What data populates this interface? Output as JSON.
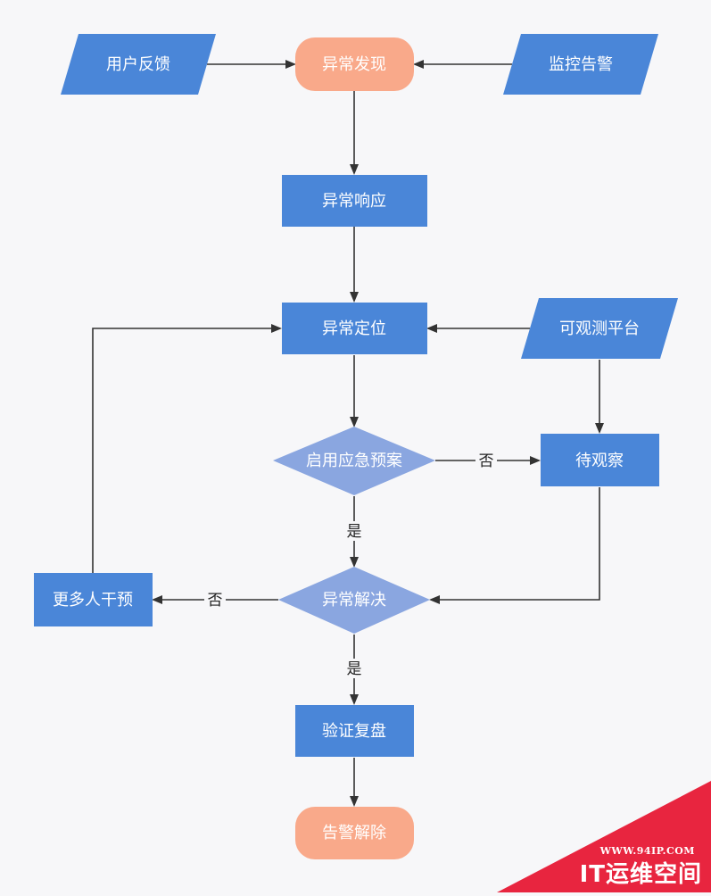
{
  "colors": {
    "process": "#4a86d8",
    "terminal": "#f9a98a",
    "decision": "#8aa6e0",
    "edge": "#333333",
    "background": "#f7f7f9",
    "watermark": "#e8253f"
  },
  "nodes": {
    "user_feedback": "用户反馈",
    "anomaly_found": "异常发现",
    "monitor_alert": "监控告警",
    "anomaly_response": "异常响应",
    "anomaly_locate": "异常定位",
    "observability_platform": "可观测平台",
    "enable_plan": "启用应急预案",
    "wait_observe": "待观察",
    "more_intervention": "更多人干预",
    "anomaly_resolved": "异常解决",
    "verify_review": "验证复盘",
    "alert_cleared": "告警解除"
  },
  "edge_labels": {
    "plan_no": "否",
    "plan_yes": "是",
    "resolved_no": "否",
    "resolved_yes": "是"
  },
  "watermark": {
    "url": "WWW.94IP.COM",
    "brand": "IT运维空间"
  }
}
